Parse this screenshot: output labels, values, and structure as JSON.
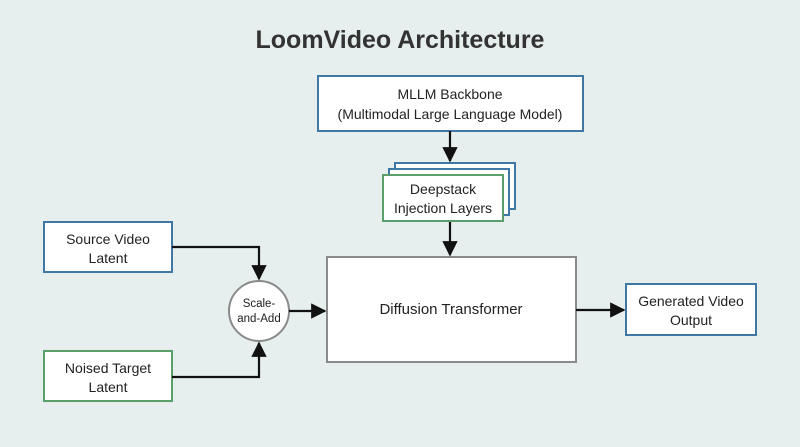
{
  "title": "LoomVideo Architecture",
  "colors": {
    "background": "#e6eeee",
    "blue_border": "#3f78a4",
    "green_border": "#5a9e6a",
    "gray_border": "#8a8a8a",
    "arrow": "#111111"
  },
  "nodes": {
    "mllm": {
      "line1": "MLLM Backbone",
      "line2": "(Multimodal Large Language Model)"
    },
    "deepstack": {
      "line1": "Deepstack",
      "line2": "Injection Layers"
    },
    "source": {
      "line1": "Source Video",
      "line2": "Latent"
    },
    "noised": {
      "line1": "Noised Target",
      "line2": "Latent"
    },
    "scale_add": {
      "line1": "Scale-",
      "line2": "and-Add"
    },
    "dit": {
      "label": "Diffusion Transformer"
    },
    "output": {
      "line1": "Generated Video",
      "line2": "Output"
    }
  }
}
